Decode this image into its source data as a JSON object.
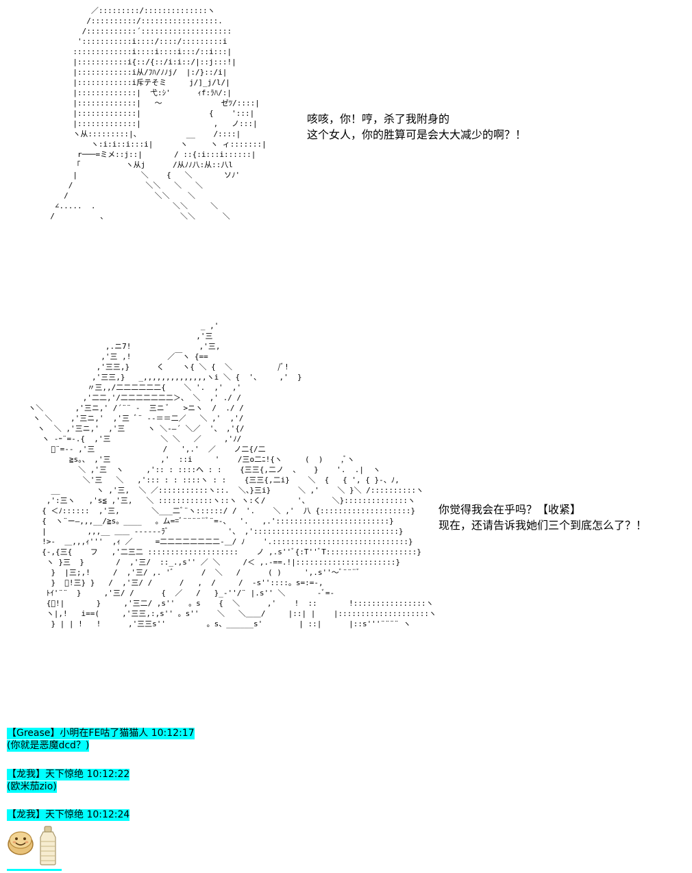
{
  "colors": {
    "chat_highlight": "#00ffff",
    "text": "#000000",
    "background": "#ffffff"
  },
  "dialog_1": {
    "line_1": "咳咳，你！哼，杀了我附身的",
    "line_2": "这个女人，你的胜算可是会大大减少的啊？！"
  },
  "dialog_2": {
    "line_1": "你觉得我会在乎吗？【收紧】",
    "line_2": "现在，还请告诉我她们三个到底怎么了？！"
  },
  "chat": [
    {
      "header": "【Grease】小明在FE咕了猫猫人 10:12:17",
      "message": "(你就是恶魔dcd？)"
    },
    {
      "header": "【龙我】天下惊绝 10:12:22",
      "message": "(欧米茄zio)"
    },
    {
      "header": "【龙我】天下惊绝 10:12:24",
      "message": ""
    }
  ],
  "stickers": [
    "bread-icon",
    "milk-bottle-icon"
  ]
}
